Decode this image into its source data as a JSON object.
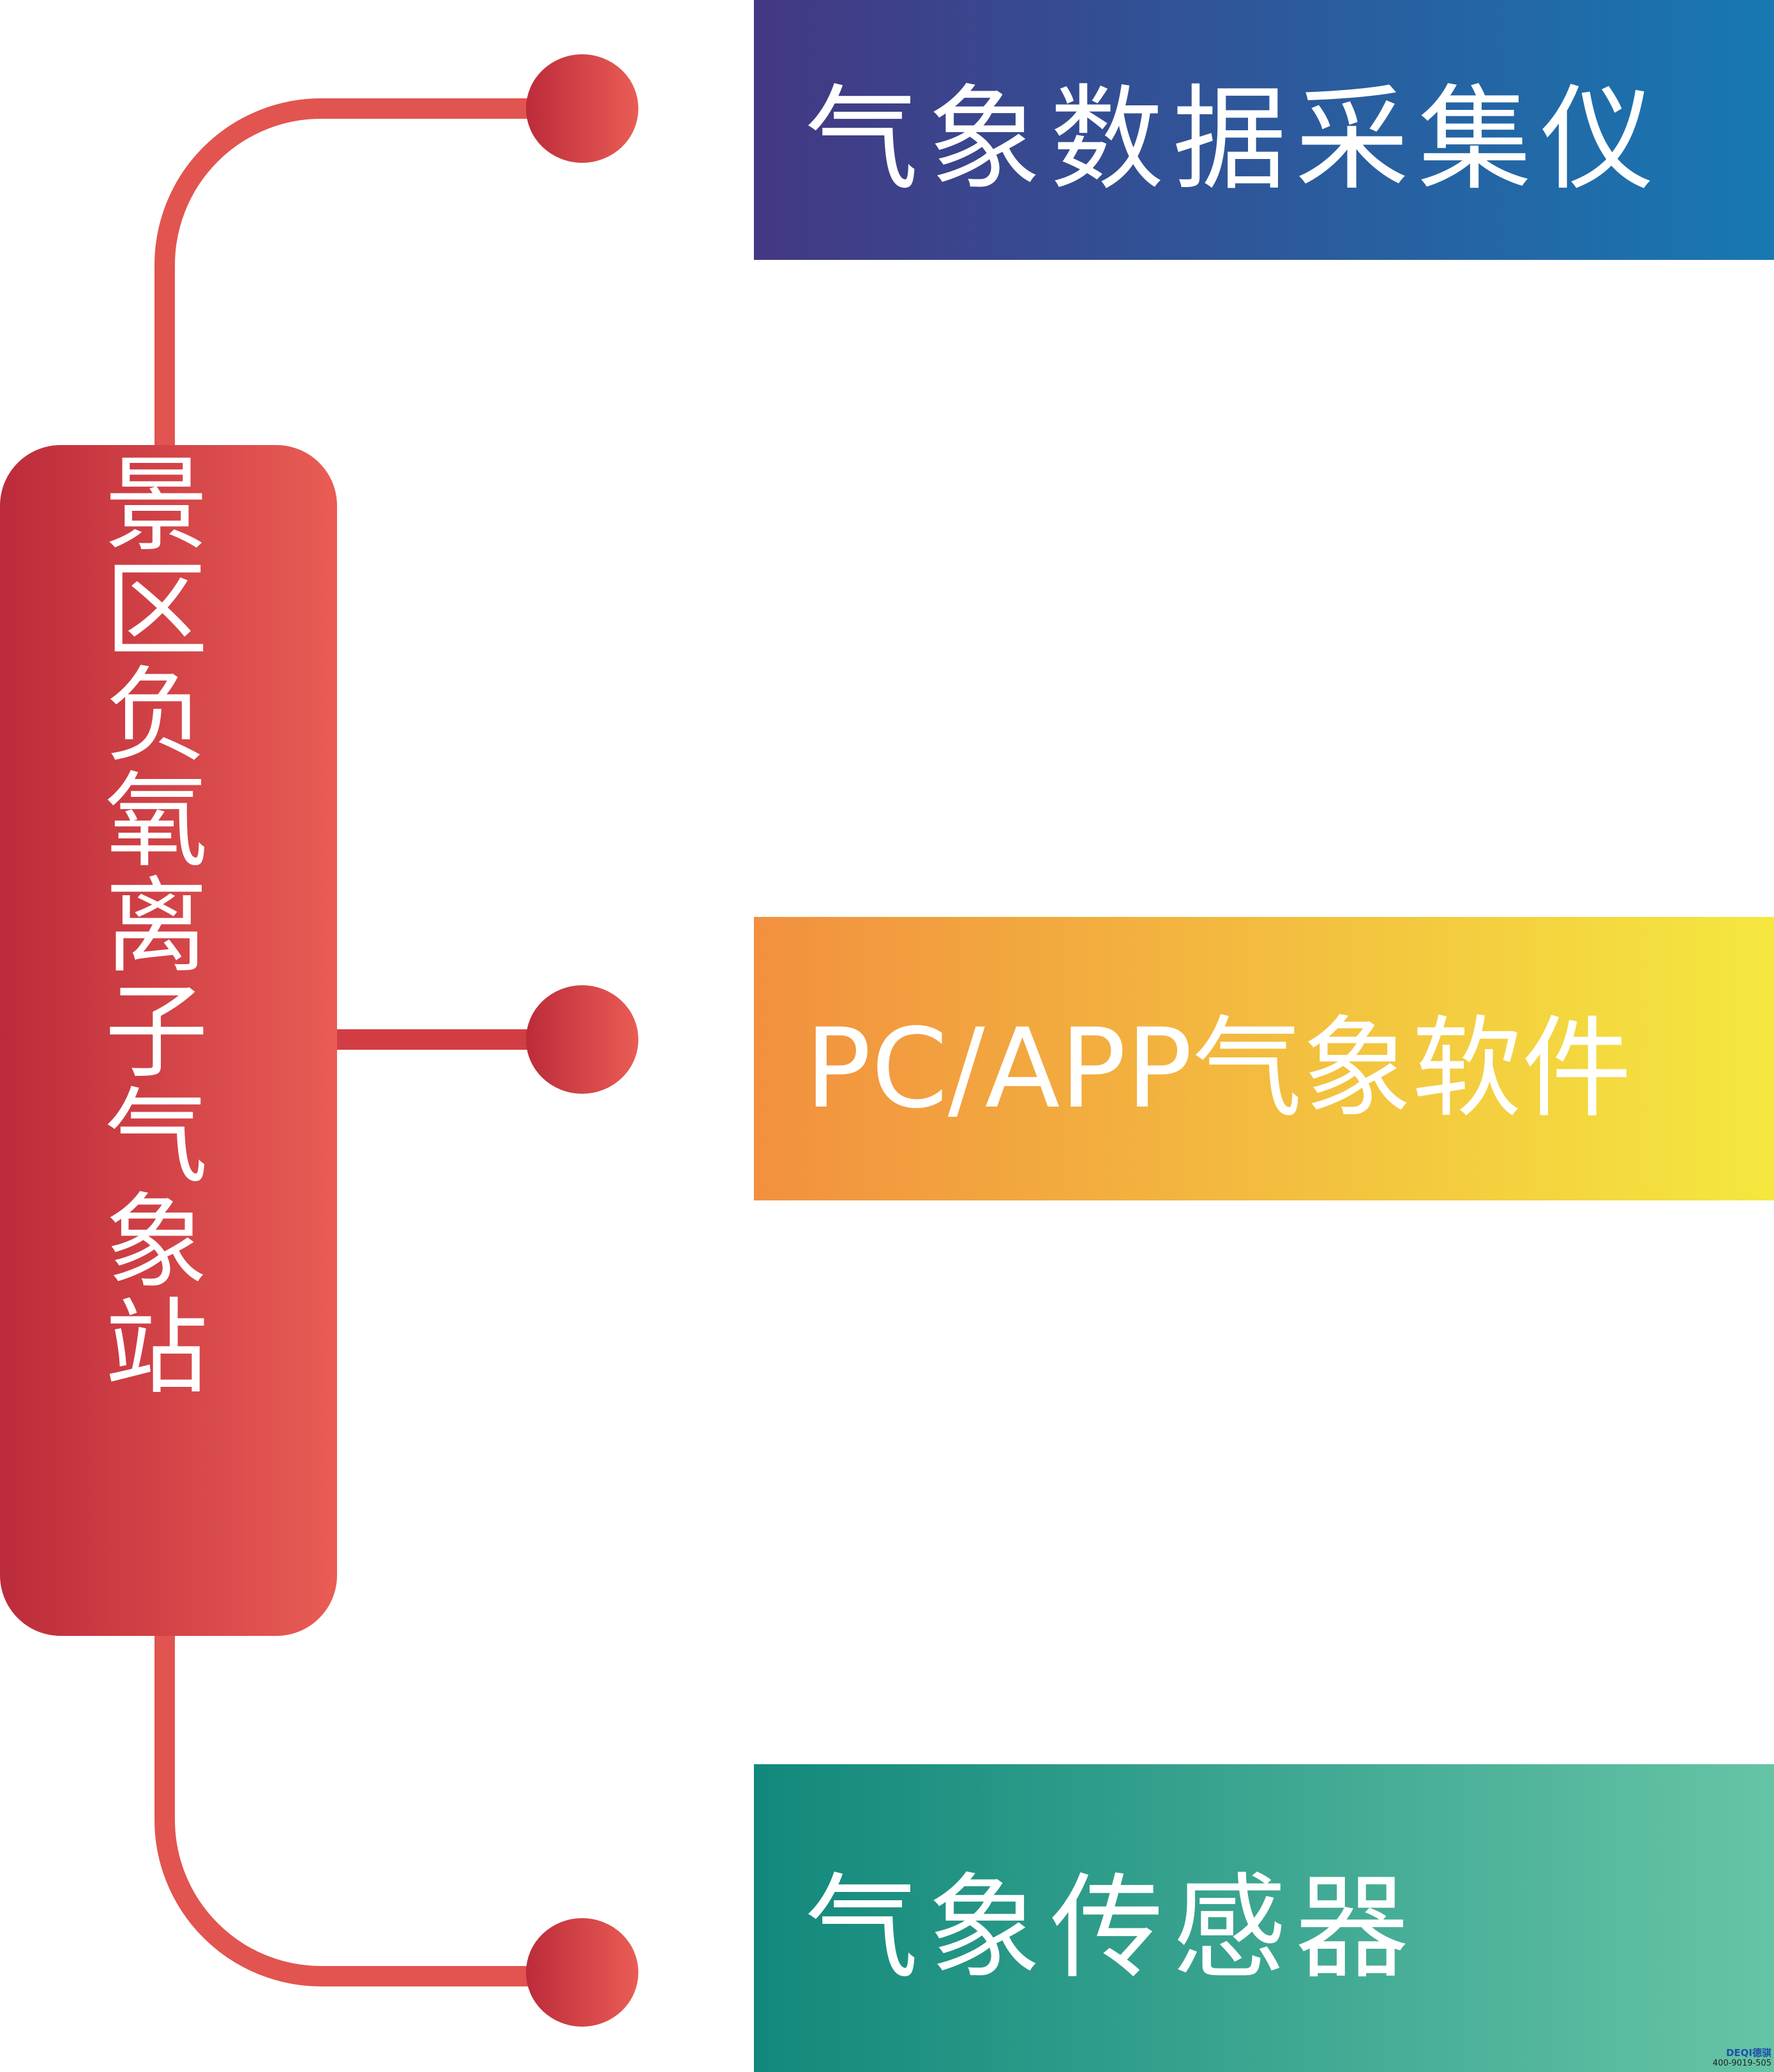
{
  "hub": {
    "title": "景区负氧离子气象站"
  },
  "branches": [
    {
      "label": "气象数据采集仪"
    },
    {
      "label": "PC/APP气象软件"
    },
    {
      "label": "气象传感器"
    }
  ],
  "logo": {
    "brand": "DEQI德骐",
    "phone": "400-9019-505"
  },
  "colors": {
    "hub_gradient": [
      "#bc2b3a",
      "#e95d55"
    ],
    "branch_1_gradient": [
      "#433883",
      "#1778b2"
    ],
    "branch_2_gradient": [
      "#f2903f",
      "#f4e83f"
    ],
    "branch_3_gradient": [
      "#12887c",
      "#66c4a6"
    ]
  }
}
